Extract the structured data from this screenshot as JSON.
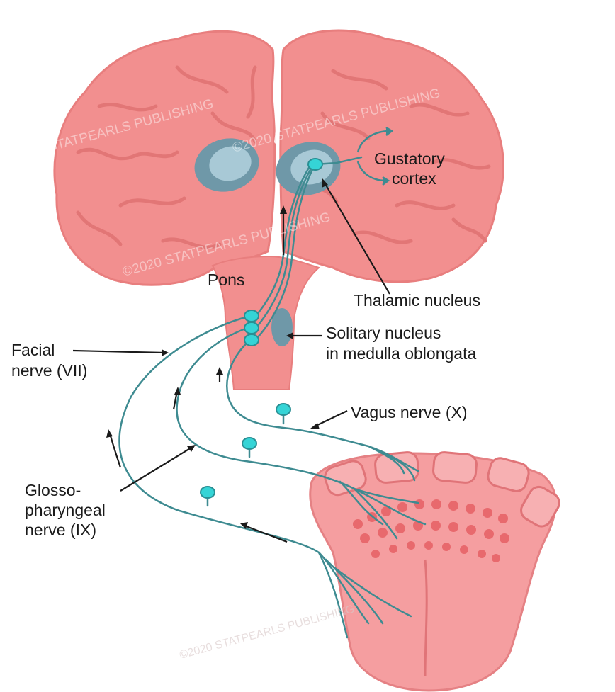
{
  "labels": {
    "gustatory_cortex_line1": "Gustatory",
    "gustatory_cortex_line2": "cortex",
    "thalamic_nucleus": "Thalamic nucleus",
    "pons": "Pons",
    "solitary_nucleus_line1": "Solitary nucleus",
    "solitary_nucleus_line2": "in medulla oblongata",
    "facial_nerve_line1": "Facial",
    "facial_nerve_line2": "nerve (VII)",
    "vagus_nerve": "Vagus nerve (X)",
    "glosso_line1": "Glosso-",
    "glosso_line2": "pharyngeal",
    "glosso_line3": "nerve (IX)"
  },
  "watermark": "©2020 STATPEARLS PUBLISHING",
  "colors": {
    "brain": "#f28f8f",
    "brain_light": "#f7a8a8",
    "brain_fold": "#e07070",
    "nucleus": "#6f98a8",
    "nucleus_light": "#a8c9d6",
    "nerve": "#3e8b91",
    "node": "#35d4d6",
    "tongue": "#f59ea0",
    "papillae": "#e86f72",
    "text": "#1a1a1a"
  }
}
